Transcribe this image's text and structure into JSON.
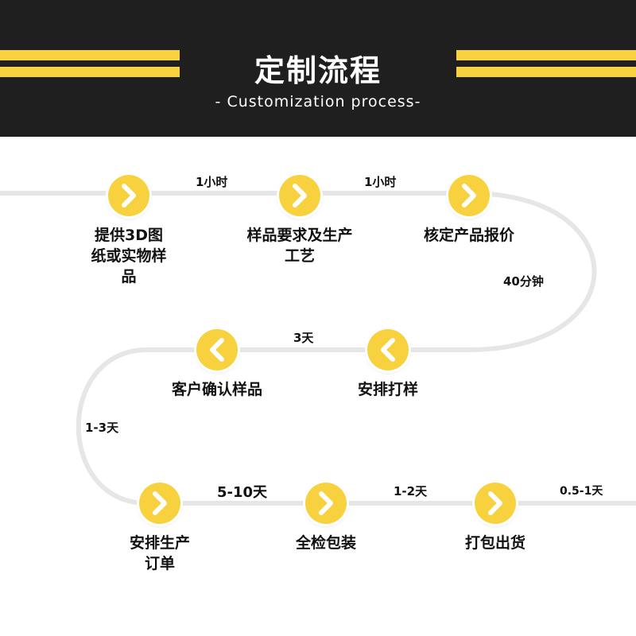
{
  "header": {
    "title": "定制流程",
    "subtitle": "- Customization process-"
  },
  "colors": {
    "background_header": "#1f1f1f",
    "accent_yellow": "#f7d23e",
    "path_line": "#e6e6e6"
  },
  "steps": [
    {
      "label": "提供3D图纸或实物样品",
      "direction": "right"
    },
    {
      "label": "样品要求及生产工艺",
      "direction": "right"
    },
    {
      "label": "核定产品报价",
      "direction": "right"
    },
    {
      "label": "安排打样",
      "direction": "left"
    },
    {
      "label": "客户确认样品",
      "direction": "left"
    },
    {
      "label": "安排生产订单",
      "direction": "right"
    },
    {
      "label": "全检包装",
      "direction": "right"
    },
    {
      "label": "打包出货",
      "direction": "right"
    }
  ],
  "durations": [
    "1小时",
    "1小时",
    "40分钟",
    "3天",
    "1-3天",
    "5-10天",
    "1-2天",
    "0.5-1天"
  ]
}
